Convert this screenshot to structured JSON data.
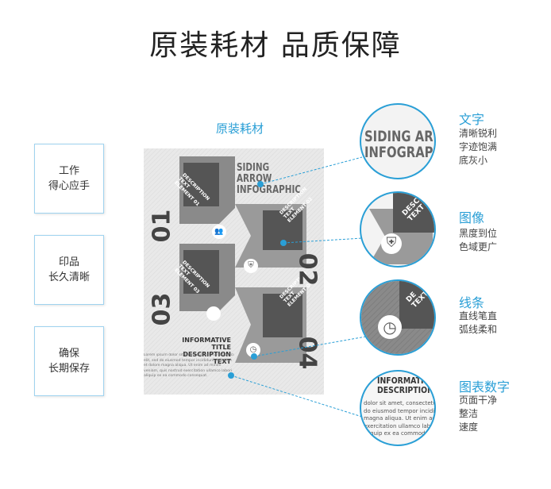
{
  "title": "原装耗材  品质保障",
  "sub_label": "原装耗材",
  "left_boxes": [
    {
      "line1": "工作",
      "line2": "得心应手"
    },
    {
      "line1": "印品",
      "line2": "长久清晰"
    },
    {
      "line1": "确保",
      "line2": "长期保存"
    }
  ],
  "poster": {
    "headline1": "SIDING ARROW",
    "headline2": "INFOGRAPHIC",
    "el1": "DESCRIPTION",
    "el1b": "TEXT ELEMENT 01",
    "el2": "DESCRIPTION",
    "el2b": "TEXT ELEMENT 02",
    "el3": "DESCRIPTION",
    "el3b": "TEXT ELEMENT 03",
    "el4": "DESCRIPTION",
    "el4b": "TEXT ELEMENT 04",
    "n1": "01",
    "n2": "02",
    "n3": "03",
    "n4": "04",
    "info_title1": "INFORMATIVE TITLE",
    "info_title2": "DESCRIPTION TEXT",
    "lorem1": "Lorem ipsum dolor sit amet, consectetur adipisicing",
    "lorem2": "elit, sed do eiusmod tempor incididunt ut labore",
    "lorem3": "et dolore magna aliqua. Ut enim ad minim",
    "lorem4": "veniam, quis nostrud exercitation ullamco labori",
    "lorem5": "aliquip ex ea commodo consequat."
  },
  "zoom": {
    "z1_line1": "SIDING ARROW",
    "z1_line2": "INFOGRAPHIC",
    "z2_line1": "DESCRIP",
    "z2_line2": "TEXT ELEM",
    "z3_line1": "DE",
    "z3_line2": "TEXT ELE",
    "z4_line1": "INFORMATIVE TI",
    "z4_line2": "DESCRIPTION TEX",
    "z4_l1": "dolor sit amet, consectetur adipisi",
    "z4_l2": "do eiusmod tempor incididunt",
    "z4_l3": "magna aliqua. Ut enim ad",
    "z4_l4": "exercitation ullamco labo",
    "z4_l5": "aliquip ex ea commodo conse"
  },
  "features": [
    {
      "title": "文字",
      "lines": [
        "清晰锐利",
        "字迹饱满",
        "底灰小"
      ]
    },
    {
      "title": "图像",
      "lines": [
        "黑度到位",
        "色域更广"
      ]
    },
    {
      "title": "线条",
      "lines": [
        "直线笔直",
        "弧线柔和"
      ]
    },
    {
      "title": "图表数字",
      "lines": [
        "页面干净",
        "整洁",
        "速度"
      ]
    }
  ],
  "colors": {
    "accent": "#2a9fd6",
    "poster_dark": "#555555",
    "poster_mid": "#8a8a8a"
  }
}
